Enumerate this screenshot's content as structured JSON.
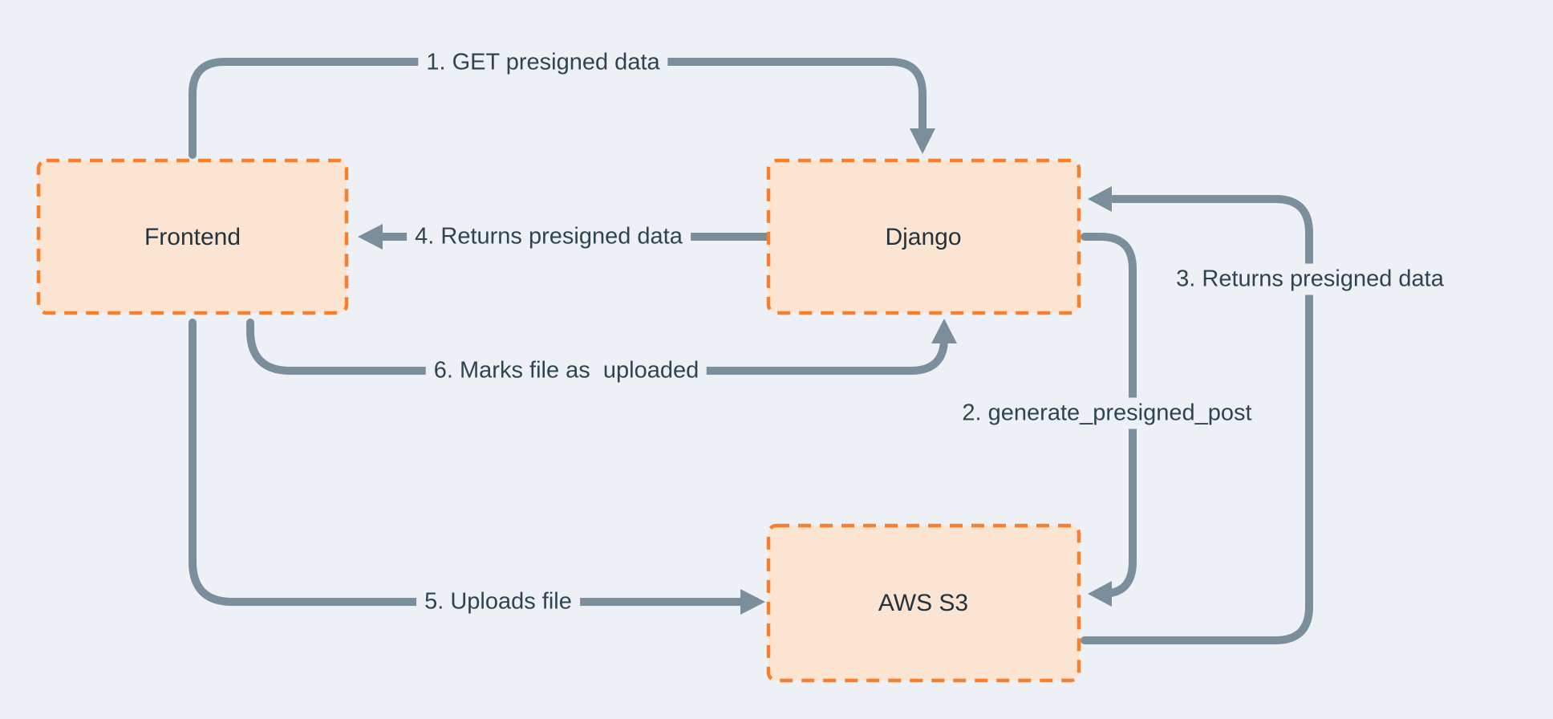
{
  "colors": {
    "background": "#EDF1F5",
    "node_fill": "#FCE4D3",
    "node_border": "#F8802B",
    "edge_line": "#7B8E9C",
    "node_text": "#22333D",
    "edge_text": "#2F4450"
  },
  "nodes": {
    "frontend": {
      "label": "Frontend"
    },
    "django": {
      "label": "Django"
    },
    "aws_s3": {
      "label": "AWS S3"
    }
  },
  "edges": {
    "e1": {
      "label": "1. GET presigned data",
      "from": "Frontend",
      "to": "Django"
    },
    "e2": {
      "label": "2. generate_presigned_post",
      "from": "Django",
      "to": "AWS S3"
    },
    "e3": {
      "label": "3. Returns presigned data",
      "from": "AWS S3",
      "to": "Django"
    },
    "e4": {
      "label": "4. Returns presigned data",
      "from": "Django",
      "to": "Frontend"
    },
    "e5": {
      "label": "5. Uploads file",
      "from": "Frontend",
      "to": "AWS S3"
    },
    "e6": {
      "label": "6. Marks file as  uploaded",
      "from": "Frontend",
      "to": "Django"
    }
  }
}
